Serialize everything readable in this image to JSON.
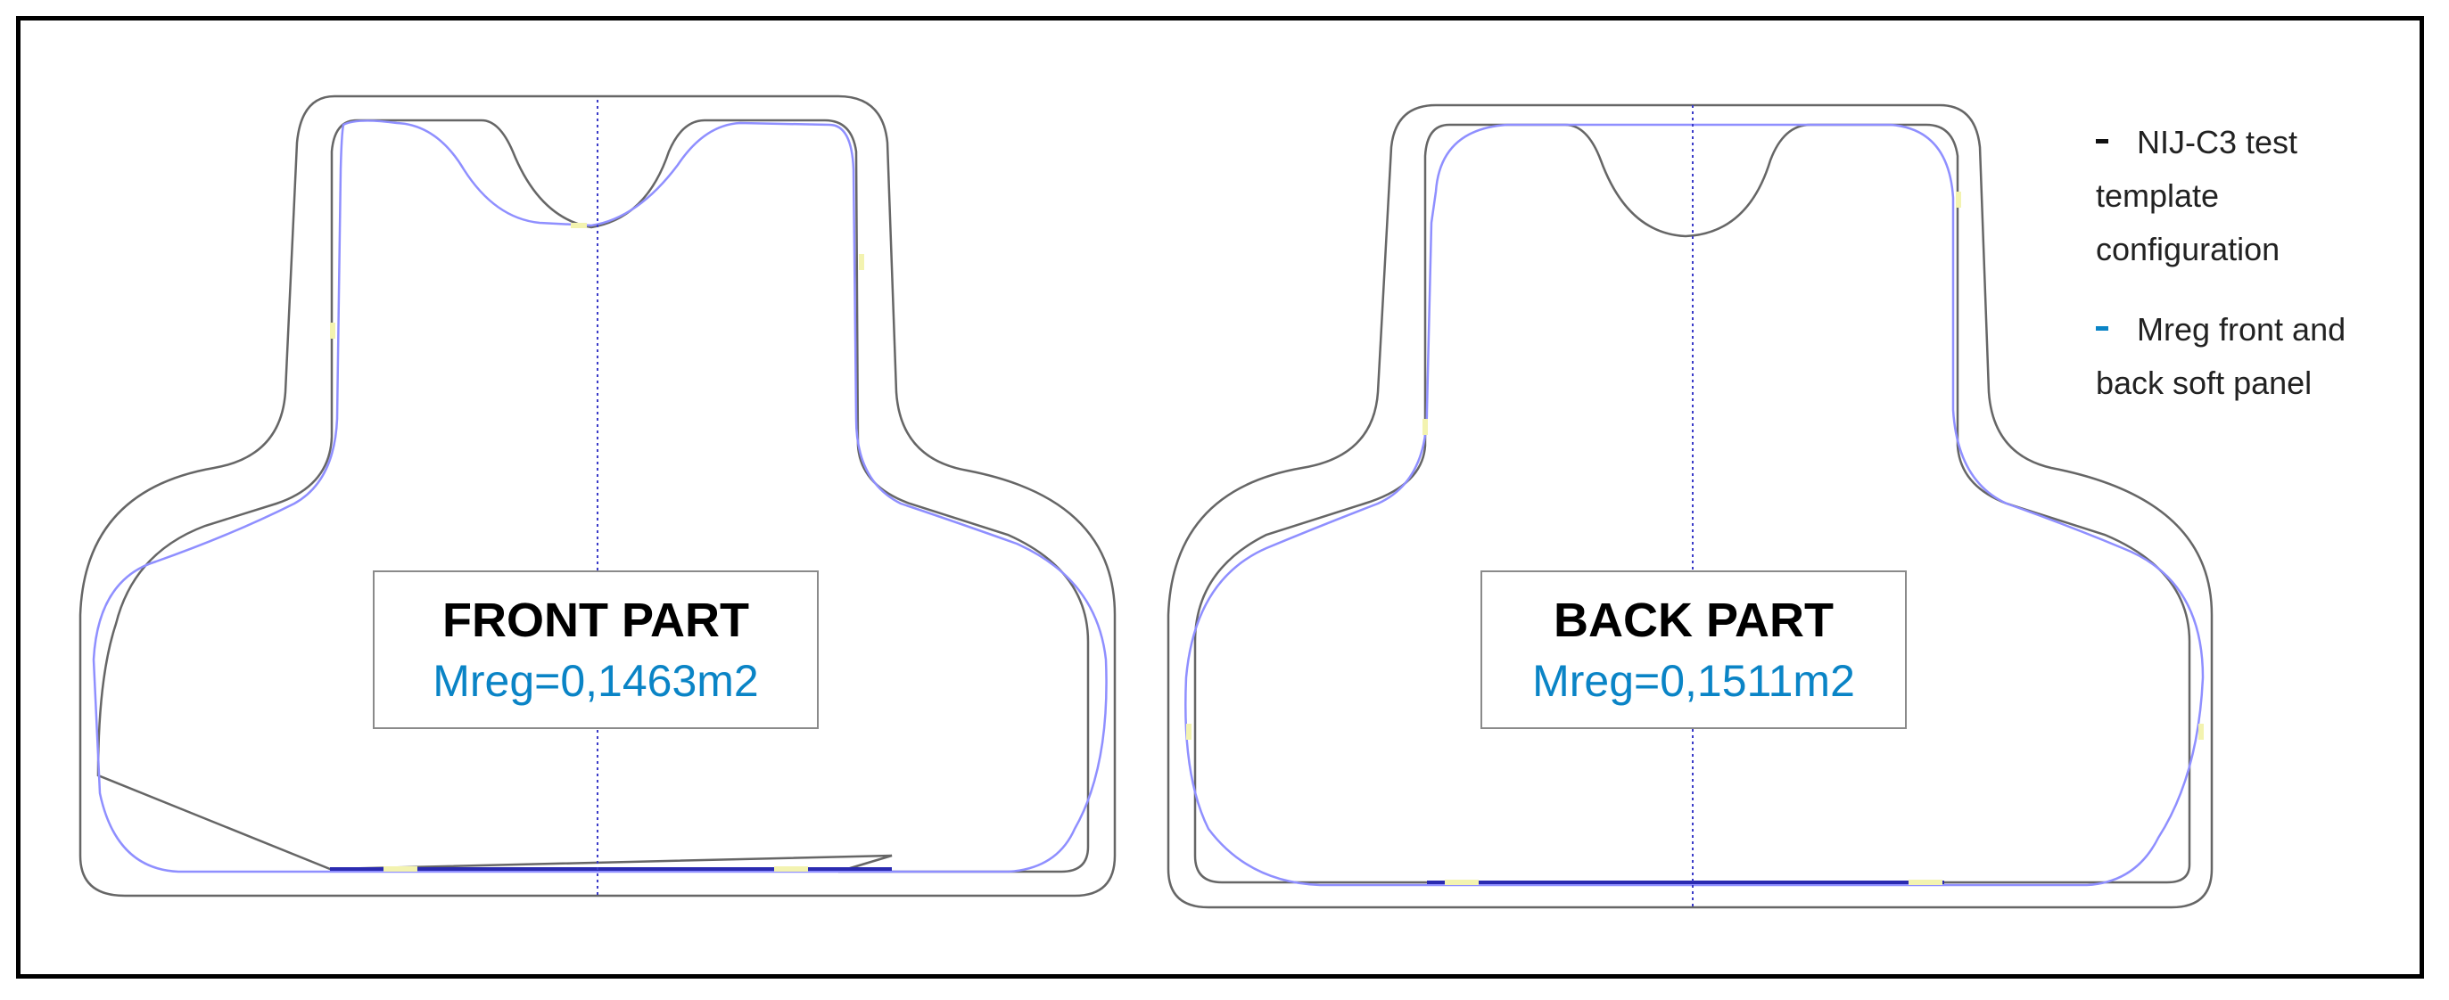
{
  "parts": [
    {
      "title": "FRONT PART",
      "value": "Mreg=0,1463m2"
    },
    {
      "title": "BACK PART",
      "value": "Mreg=0,1511m2"
    }
  ],
  "legend": [
    {
      "text_line1": "NIJ-C3 test",
      "text_line2": "template",
      "text_line3": "configuration",
      "color": "#111111"
    },
    {
      "text_line1": "Mreg front and",
      "text_line2": "back soft panel",
      "color": "#0a84c6"
    }
  ],
  "colors": {
    "template_outline": "#666666",
    "panel_outline": "#8f8fff",
    "panel_edge_dark": "#2a2ab0",
    "marker": "#f3f3b0",
    "label_blue": "#0a84c6"
  }
}
